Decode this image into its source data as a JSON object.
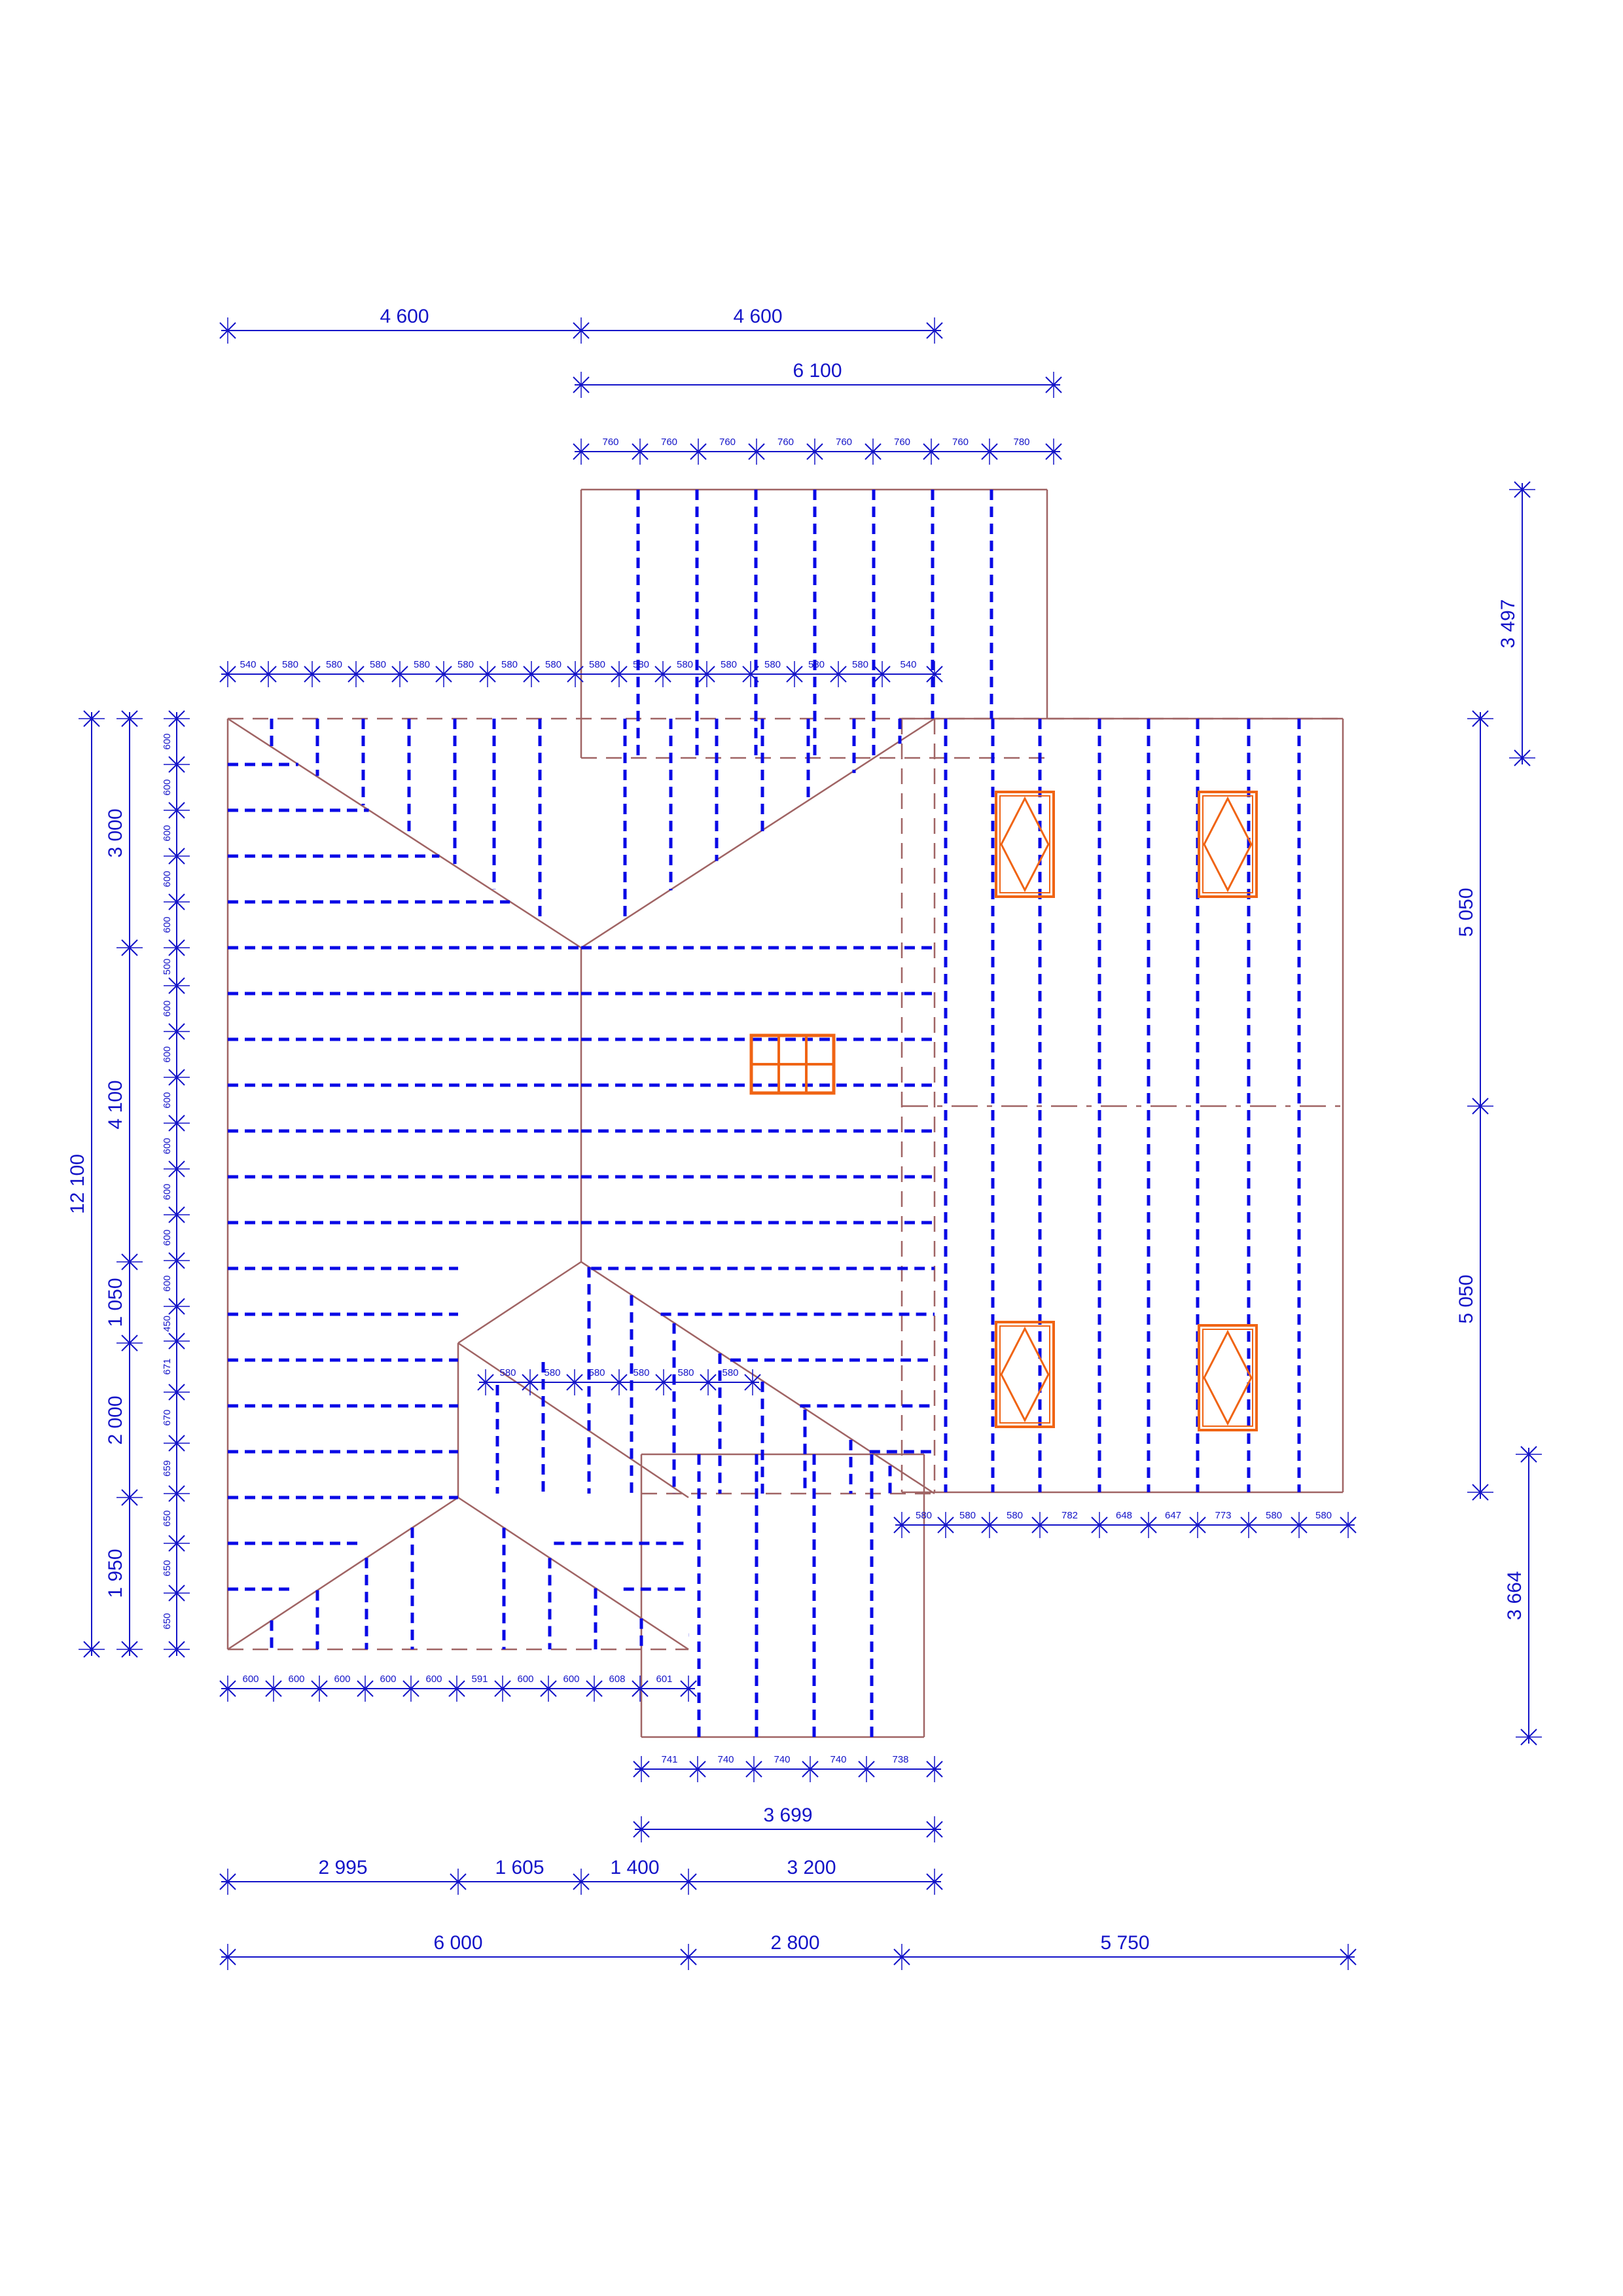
{
  "colors": {
    "dimension": "#1414c8",
    "rafter": "#0a0ae6",
    "outline": "#a06464",
    "window": "#f06414",
    "background": "#ffffff"
  },
  "top_dims": {
    "row1": [
      "4 600",
      "4 600"
    ],
    "row2": [
      "6 100"
    ],
    "row3": [
      "760",
      "760",
      "760",
      "760",
      "760",
      "760",
      "760",
      "780"
    ],
    "row4": [
      "540",
      "580",
      "580",
      "580",
      "580",
      "580",
      "580",
      "580",
      "580",
      "580",
      "580",
      "580",
      "580",
      "580",
      "580",
      "540"
    ]
  },
  "left_dims": {
    "overall": [
      "12 100"
    ],
    "sections": [
      "3 000",
      "4 100",
      "1 050",
      "2 000",
      "1 950"
    ],
    "spacings": [
      "600",
      "600",
      "600",
      "600",
      "600",
      "500",
      "600",
      "600",
      "600",
      "600",
      "600",
      "600",
      "600",
      "450",
      "671",
      "670",
      "659",
      "650",
      "650",
      "650"
    ]
  },
  "right_dims": {
    "inner": [
      "5 050",
      "5 050"
    ],
    "outer": [
      "3 497",
      "3 664"
    ]
  },
  "inner_dims": {
    "mid": [
      "580",
      "580",
      "580",
      "580",
      "580",
      "580"
    ],
    "right_bottom": [
      "580",
      "580",
      "580",
      "782",
      "648",
      "647",
      "773",
      "580",
      "580"
    ]
  },
  "bottom_dims": {
    "row1": [
      "600",
      "600",
      "600",
      "600",
      "600",
      "591",
      "600",
      "600",
      "608",
      "601"
    ],
    "row2": [
      "741",
      "740",
      "740",
      "740",
      "738"
    ],
    "row3": [
      "3 699"
    ],
    "row4": [
      "2 995",
      "1 605",
      "1 400",
      "3 200"
    ],
    "row5": [
      "6 000",
      "2 800",
      "5 750"
    ]
  }
}
